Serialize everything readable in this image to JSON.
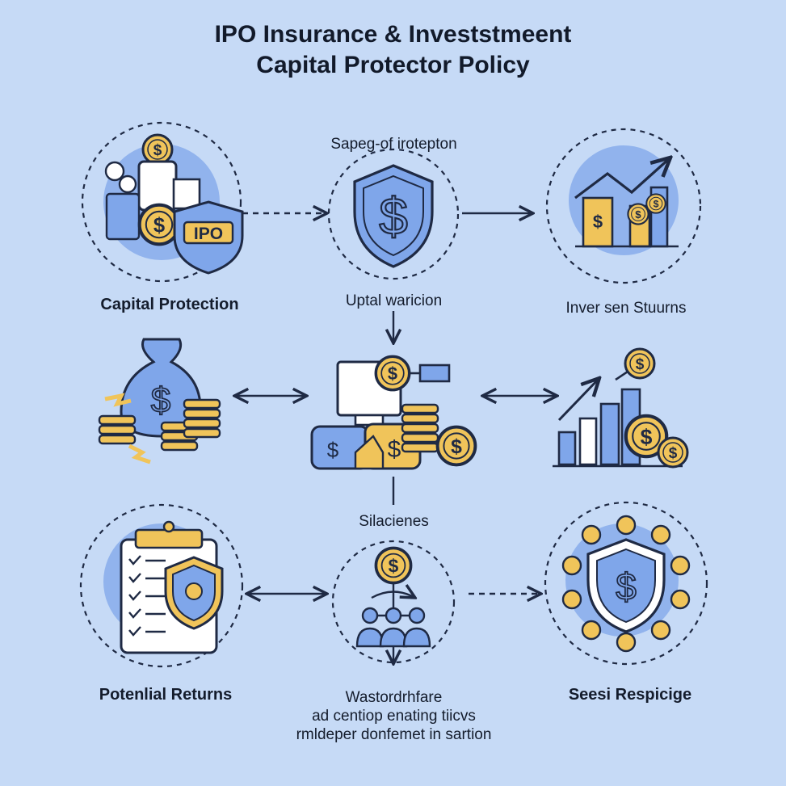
{
  "title": {
    "line1": "IPO Insurance & Investstmeent",
    "line2": "Capital Protector Policy"
  },
  "labels": {
    "capital_protection": "Capital Protection",
    "top_center": "Sapeg-of irotepton",
    "upper_middle": "Uptal waricion",
    "top_right": "Inver sen Stuurns",
    "middle": "Silacienes",
    "potential_returns": "Potenlial Returns",
    "bottom_center_line1": "Wastordrhfare",
    "bottom_center_line2": "ad centiop enating tiicvs",
    "bottom_center_line3": "rmldeper donfemet in sartion",
    "bottom_right": "Seesi Respicige"
  },
  "icon_text": {
    "ipo_badge": "IPO",
    "dollar": "$"
  },
  "colors": {
    "background": "#c6daf6",
    "blue_fill": "#7fa6ea",
    "light_blue_fill": "#a9c4f0",
    "gold": "#f0c45a",
    "outline": "#1f2a44",
    "white": "#ffffff"
  }
}
